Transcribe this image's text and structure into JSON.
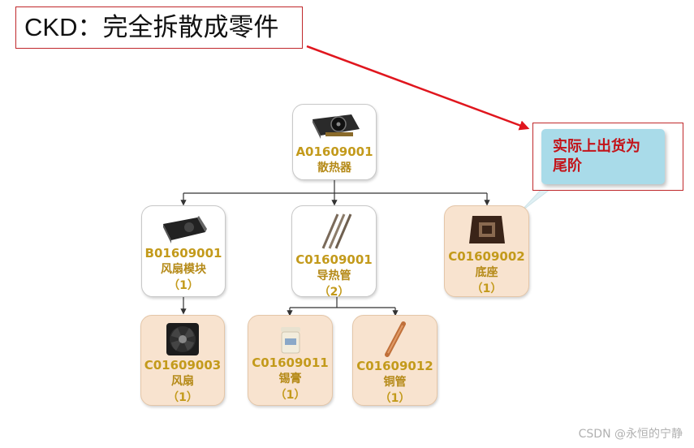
{
  "title": "CKD：完全拆散成零件",
  "callout": {
    "line1": "实际上出货为",
    "line2": "尾阶"
  },
  "nodes": {
    "root": {
      "code": "A01609001",
      "name": "散热器"
    },
    "fan_module": {
      "code": "B01609001",
      "name": "风扇模块",
      "qty": "（1）"
    },
    "heat_pipe": {
      "code": "C01609001",
      "name": "导热管",
      "qty": "（2）"
    },
    "base": {
      "code": "C01609002",
      "name": "底座",
      "qty": "（1）"
    },
    "fan": {
      "code": "C01609003",
      "name": "风扇",
      "qty": "（1）"
    },
    "tin_paste": {
      "code": "C01609011",
      "name": "锡膏",
      "qty": "（1）"
    },
    "copper_pipe": {
      "code": "C01609012",
      "name": "铜管",
      "qty": "（1）"
    }
  },
  "colors": {
    "label": "#c39a1b",
    "accent_red": "#c0282b",
    "peach": "#f8e3cf",
    "callout_bg": "#a9dbe9"
  },
  "watermark": "CSDN @永恒的宁静"
}
